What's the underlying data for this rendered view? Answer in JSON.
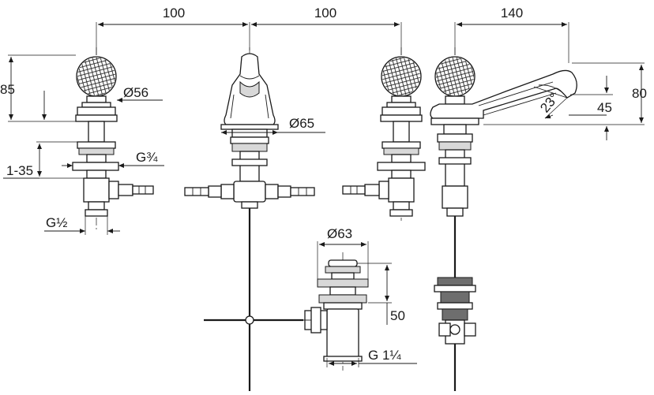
{
  "dimensions": {
    "spacing_left": "100",
    "spacing_right": "100",
    "spout_reach": "140",
    "height_handle": "85",
    "handle_diameter": "Ø56",
    "thread_supply": "G¾",
    "deck_thickness": "1-35",
    "thread_inlet": "G½",
    "base_diameter": "Ø65",
    "spout_angle": "23°",
    "spout_height": "80",
    "outlet_height": "45",
    "waste_diameter": "Ø63",
    "waste_height": "50",
    "waste_thread": "G 1¼"
  },
  "icons": {
    "handle": "crystal-handle-icon",
    "spout": "spout-body-icon",
    "waste": "pop-up-waste-icon"
  }
}
